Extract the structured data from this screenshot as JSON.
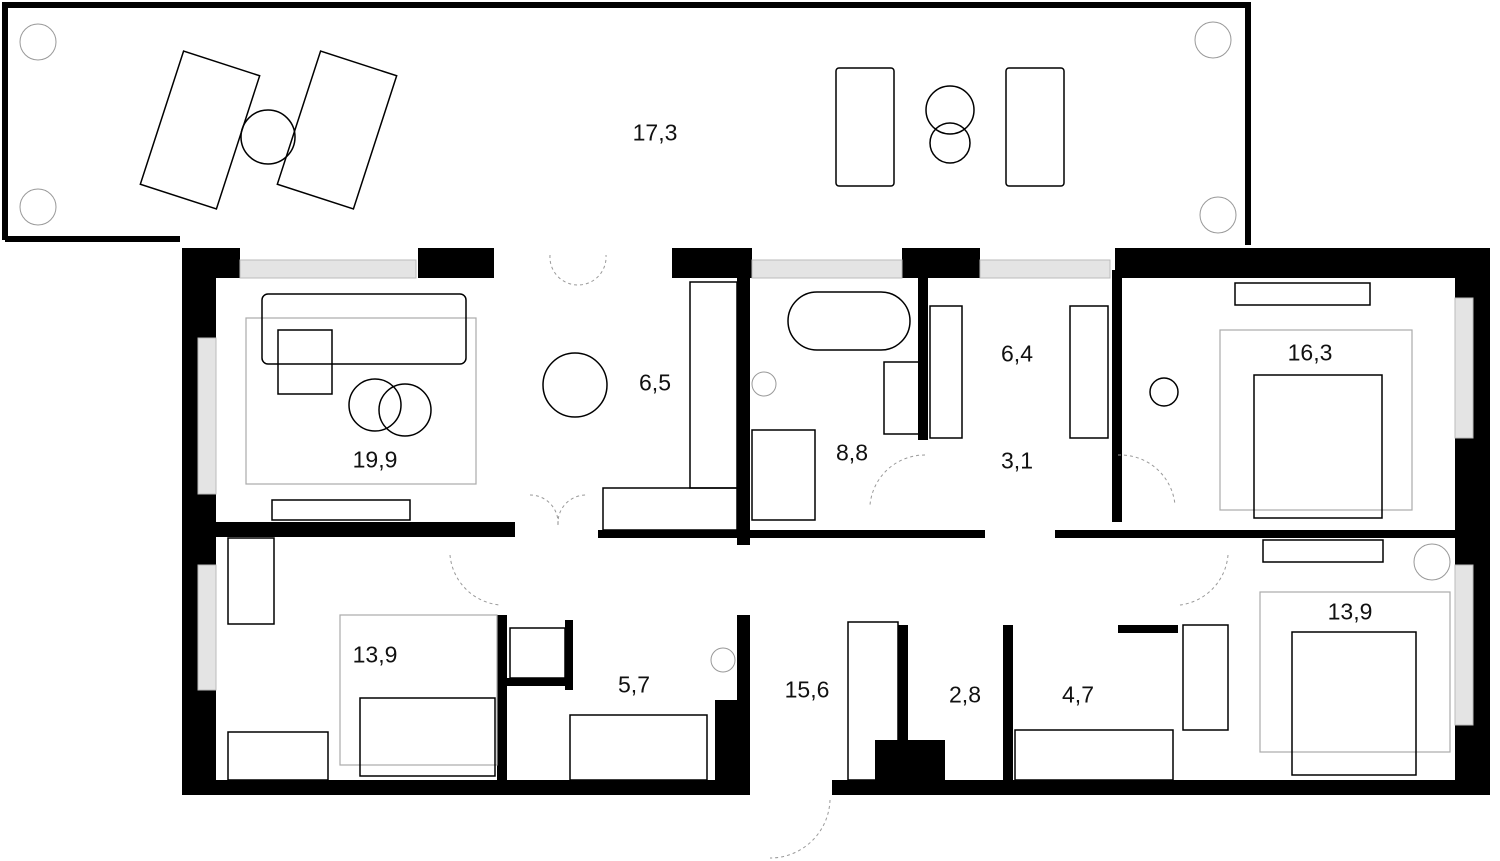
{
  "plan": {
    "rooms": [
      {
        "id": "balcony",
        "area": "17,3"
      },
      {
        "id": "living-room",
        "area": "19,9"
      },
      {
        "id": "kitchen",
        "area": "6,5"
      },
      {
        "id": "bathroom",
        "area": "8,8"
      },
      {
        "id": "wardrobe-top",
        "area": "6,4"
      },
      {
        "id": "corridor-small",
        "area": "3,1"
      },
      {
        "id": "bedroom-top-right",
        "area": "16,3"
      },
      {
        "id": "bedroom-left",
        "area": "13,9"
      },
      {
        "id": "laundry-bath",
        "area": "5,7"
      },
      {
        "id": "hall",
        "area": "15,6"
      },
      {
        "id": "toilet",
        "area": "2,8"
      },
      {
        "id": "wardrobe-bottom",
        "area": "4,7"
      },
      {
        "id": "bedroom-bottom-right",
        "area": "13,9"
      }
    ]
  }
}
